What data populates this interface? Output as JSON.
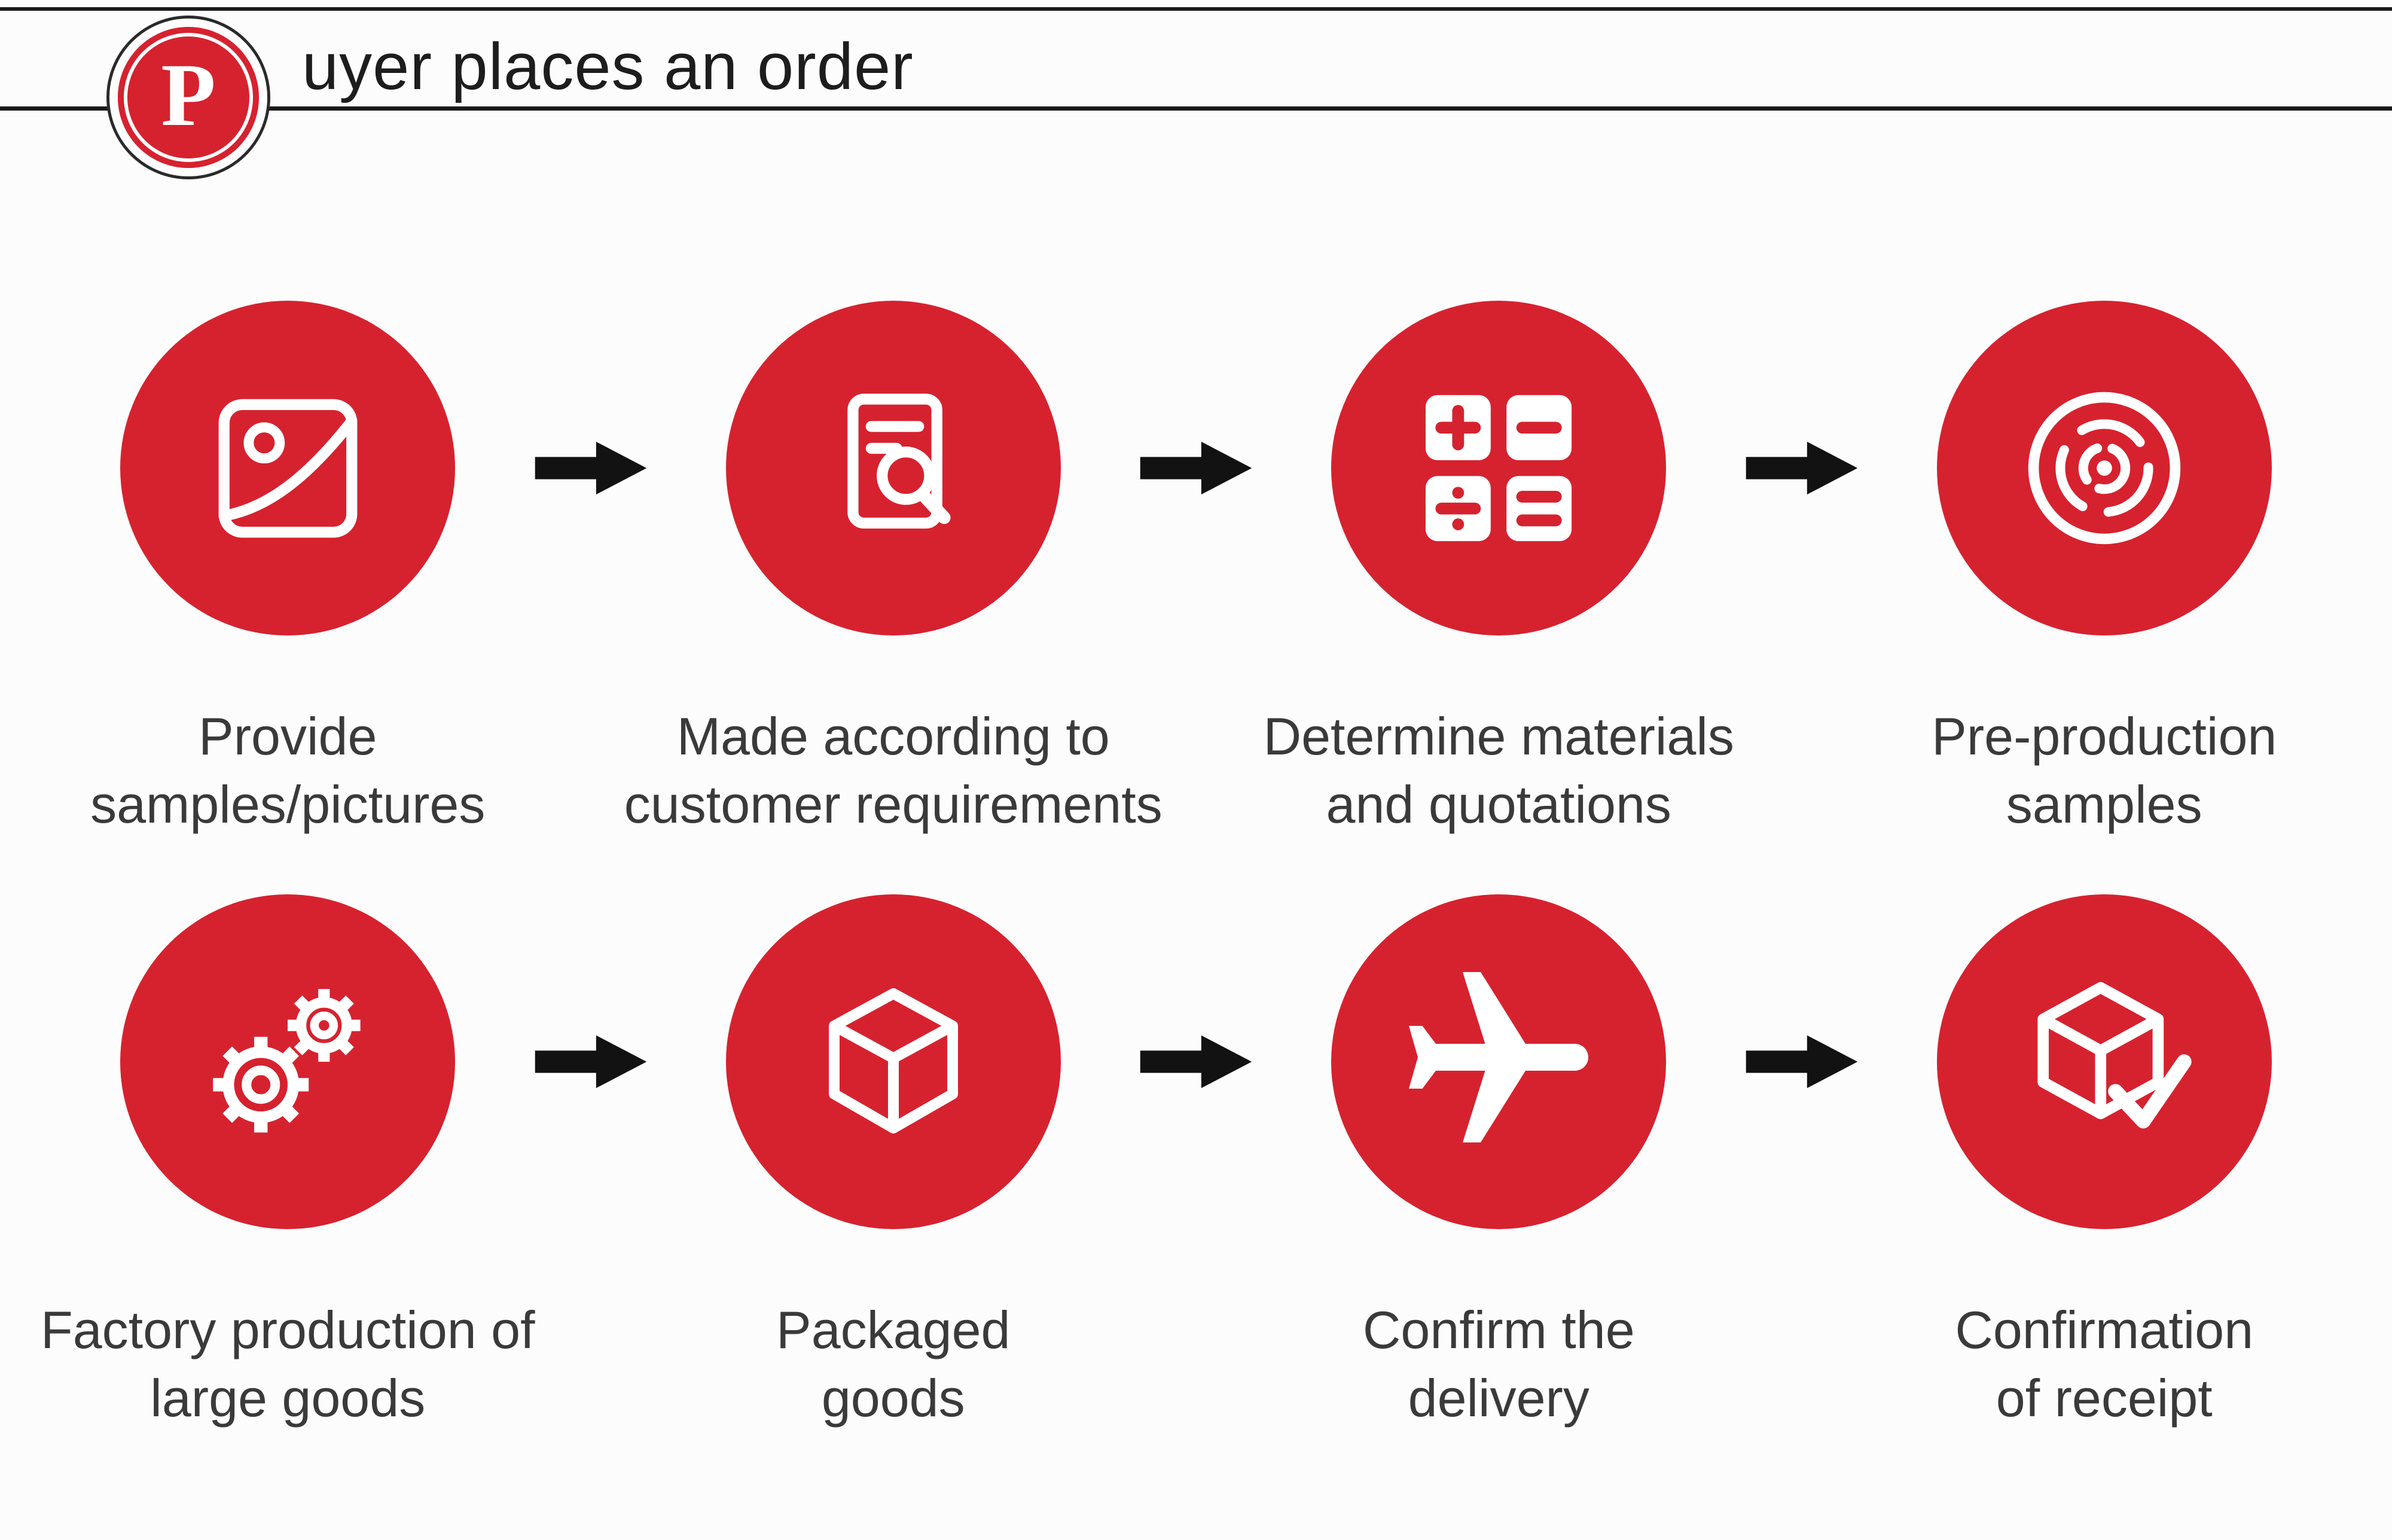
{
  "header": {
    "logo_letter": "P",
    "title": "uyer places an order"
  },
  "colors": {
    "primary_red": "#d6222f",
    "icon_white": "#ffffff",
    "text_dark": "#3a3a3a",
    "arrow_black": "#121212",
    "line_black": "#1a1a1a",
    "background": "#fcfcfc"
  },
  "steps": [
    {
      "label": "Provide\nsamples/pictures",
      "icon": "picture-icon"
    },
    {
      "label": "Made according to\ncustomer requirements",
      "icon": "document-search-icon"
    },
    {
      "label": "Determine materials\nand quotations",
      "icon": "calculator-icon"
    },
    {
      "label": "Pre-production\nsamples",
      "icon": "disc-icon"
    },
    {
      "label": "Factory production of\nlarge goods",
      "icon": "gears-icon"
    },
    {
      "label": "Packaged\ngoods",
      "icon": "package-box-icon"
    },
    {
      "label": "Confirm the\ndelivery",
      "icon": "airplane-icon"
    },
    {
      "label": "Confirmation\nof receipt",
      "icon": "box-check-icon"
    }
  ],
  "arrow_glyph": "right-arrow"
}
